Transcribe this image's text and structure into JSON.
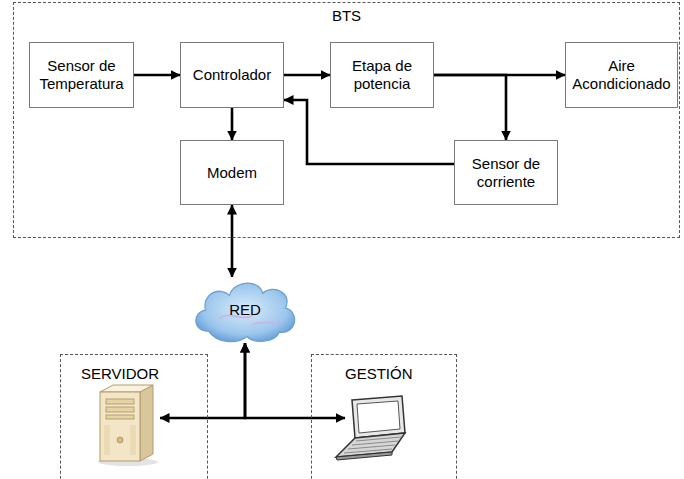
{
  "diagram": {
    "nodes": [
      {
        "text": [
          "BTS"
        ]
      },
      {
        "text": [
          "Sensor de Temperatura"
        ],
        "in": 0
      },
      {
        "text": [
          "Controlador"
        ],
        "in": 0
      },
      {
        "text": [
          "Etapa de potencia"
        ],
        "in": 0
      },
      {
        "text": [
          "Aire Acondicionado"
        ],
        "in": 0
      },
      {
        "text": [
          "Modem"
        ],
        "in": 0
      },
      {
        "text": [
          "Sensor de corriente"
        ],
        "in": 0
      },
      {
        "text": [
          "RED"
        ]
      },
      {
        "text": [
          "SERVIDOR"
        ]
      },
      {
        "text": [
          "GESTIÓN"
        ]
      }
    ],
    "edges": [
      {
        "from": 1,
        "to": 2,
        "arrow": "to"
      },
      {
        "from": 2,
        "to": 3,
        "arrow": "to"
      },
      {
        "from": 3,
        "to": 4,
        "arrow": "to"
      },
      {
        "from": 3,
        "to": 6,
        "arrow": "to"
      },
      {
        "from": 6,
        "to": 2,
        "arrow": "to"
      },
      {
        "from": 2,
        "to": 5,
        "arrow": "to"
      },
      {
        "from": 5,
        "to": 7,
        "arrow": "both"
      },
      {
        "from": 7,
        "to": 8,
        "arrow": "both"
      },
      {
        "from": 7,
        "to": 9,
        "arrow": "both"
      }
    ]
  }
}
